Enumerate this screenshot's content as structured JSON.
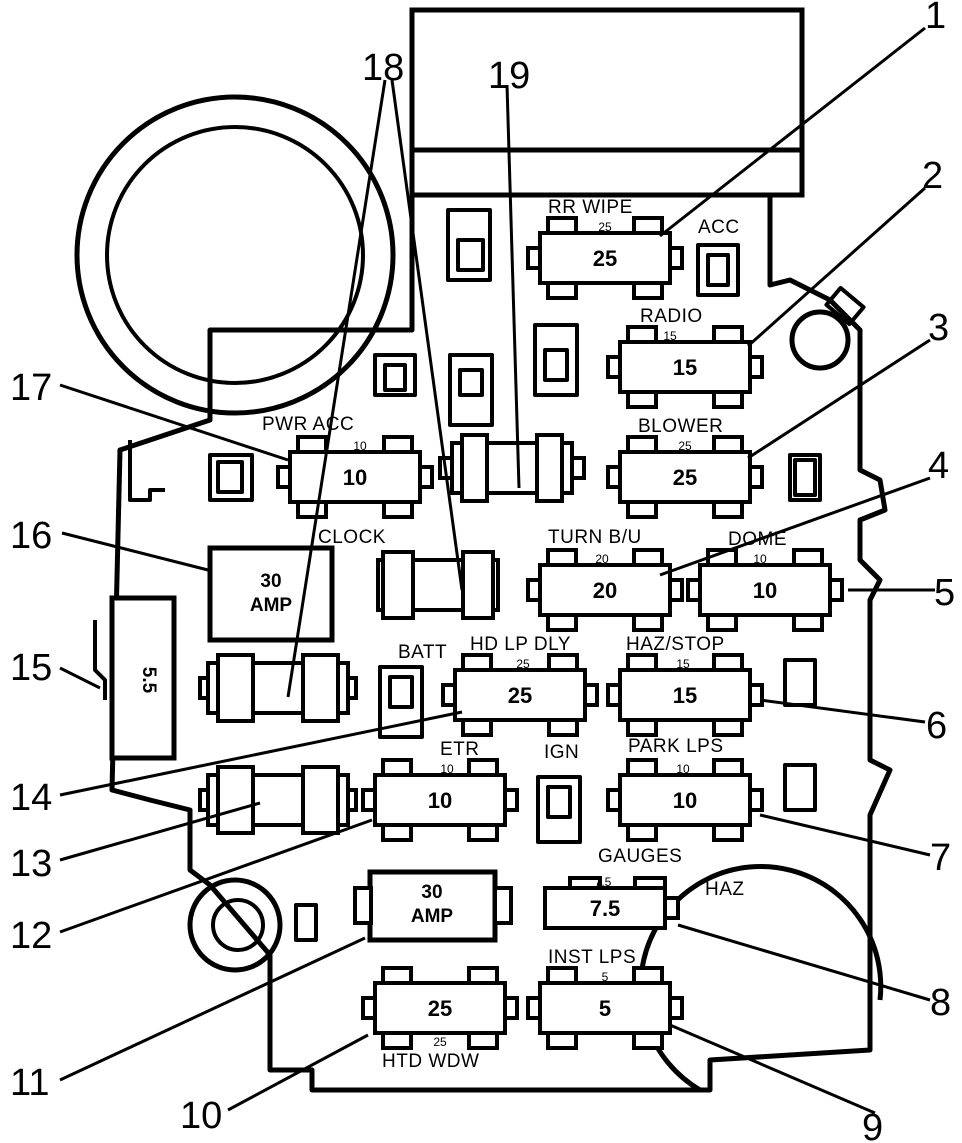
{
  "callouts": {
    "c1": "1",
    "c2": "2",
    "c3": "3",
    "c4": "4",
    "c5": "5",
    "c6": "6",
    "c7": "7",
    "c8": "8",
    "c9": "9",
    "c10": "10",
    "c11": "11",
    "c12": "12",
    "c13": "13",
    "c14": "14",
    "c15": "15",
    "c16": "16",
    "c17": "17",
    "c18": "18",
    "c19": "19"
  },
  "labels": {
    "rr_wipe": "RR WIPE",
    "acc": "ACC",
    "radio": "RADIO",
    "pwr_acc": "PWR ACC",
    "blower": "BLOWER",
    "clock": "CLOCK",
    "turn_bu": "TURN B/U",
    "dome": "DOME",
    "batt": "BATT",
    "hd_lp_dly": "HD LP DLY",
    "haz_stop": "HAZ/STOP",
    "etr": "ETR",
    "ign": "IGN",
    "park_lps": "PARK LPS",
    "gauges": "GAUGES",
    "haz": "HAZ",
    "inst_lps": "INST LPS",
    "htd_wdw": "HTD WDW"
  },
  "fuses": {
    "rr_wipe": {
      "rating": "25",
      "value": "25"
    },
    "radio": {
      "rating": "15",
      "value": "15"
    },
    "pwr_acc": {
      "rating": "10",
      "value": "10"
    },
    "blower": {
      "rating": "25",
      "value": "25"
    },
    "turn_bu": {
      "rating": "20",
      "value": "20"
    },
    "dome": {
      "rating": "10",
      "value": "10"
    },
    "hd_lp_dly": {
      "rating": "25",
      "value": "25"
    },
    "haz_stop": {
      "rating": "15",
      "value": "15"
    },
    "etr": {
      "rating": "10",
      "value": "10"
    },
    "park_lps": {
      "rating": "10",
      "value": "10"
    },
    "gauges": {
      "rating": "7.5",
      "value": "7.5"
    },
    "inst_lps": {
      "rating": "5",
      "value": "5"
    },
    "htd_wdw": {
      "rating": "25",
      "value": "25"
    }
  },
  "breakers": {
    "upper": {
      "value": "30",
      "unit": "AMP"
    },
    "lower": {
      "value": "30",
      "unit": "AMP"
    },
    "side": {
      "value": "5.5"
    }
  }
}
